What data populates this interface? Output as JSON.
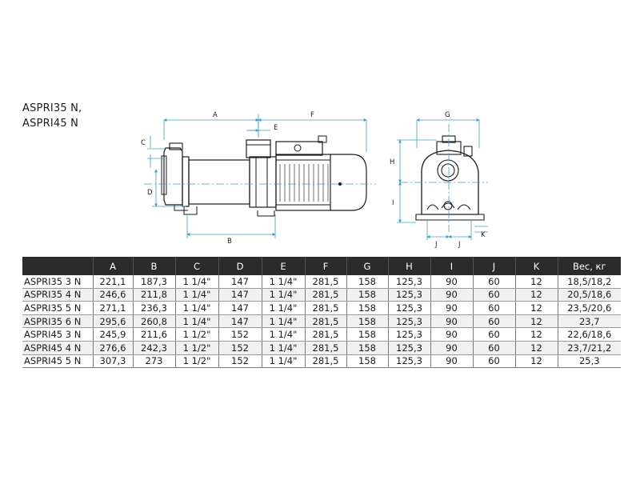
{
  "titles": [
    "ASPRI35 N,",
    "ASPRI45 N"
  ],
  "drawing_labels": {
    "A": "A",
    "B": "B",
    "C": "C",
    "D": "D",
    "E": "E",
    "F": "F",
    "G": "G",
    "H": "H",
    "I": "I",
    "J1": "J",
    "J2": "J",
    "K": "K"
  },
  "table": {
    "headers": [
      "",
      "A",
      "B",
      "C",
      "D",
      "E",
      "F",
      "G",
      "H",
      "I",
      "J",
      "K",
      "Вес, кг"
    ],
    "rows": [
      [
        "ASPRI35 3 N",
        "221,1",
        "187,3",
        "1 1/4\"",
        "147",
        "1 1/4\"",
        "281,5",
        "158",
        "125,3",
        "90",
        "60",
        "12",
        "18,5/18,2"
      ],
      [
        "ASPRI35 4 N",
        "246,6",
        "211,8",
        "1 1/4\"",
        "147",
        "1 1/4\"",
        "281,5",
        "158",
        "125,3",
        "90",
        "60",
        "12",
        "20,5/18,6"
      ],
      [
        "ASPRI35 5 N",
        "271,1",
        "236,3",
        "1 1/4\"",
        "147",
        "1 1/4\"",
        "281,5",
        "158",
        "125,3",
        "90",
        "60",
        "12",
        "23,5/20,6"
      ],
      [
        "ASPRI35 6 N",
        "295,6",
        "260,8",
        "1 1/4\"",
        "147",
        "1 1/4\"",
        "281,5",
        "158",
        "125,3",
        "90",
        "60",
        "12",
        "23,7"
      ],
      [
        "ASPRI45 3 N",
        "245,9",
        "211,6",
        "1 1/2\"",
        "152",
        "1 1/4\"",
        "281,5",
        "158",
        "125,3",
        "90",
        "60",
        "12",
        "22,6/18,6"
      ],
      [
        "ASPRI45 4 N",
        "276,6",
        "242,3",
        "1 1/2\"",
        "152",
        "1 1/4\"",
        "281,5",
        "158",
        "125,3",
        "90",
        "60",
        "12",
        "23,7/21,2"
      ],
      [
        "ASPRI45 5 N",
        "307,3",
        "273",
        "1 1/2\"",
        "152",
        "1 1/4\"",
        "281,5",
        "158",
        "125,3",
        "90",
        "60",
        "12",
        "25,3"
      ]
    ]
  }
}
